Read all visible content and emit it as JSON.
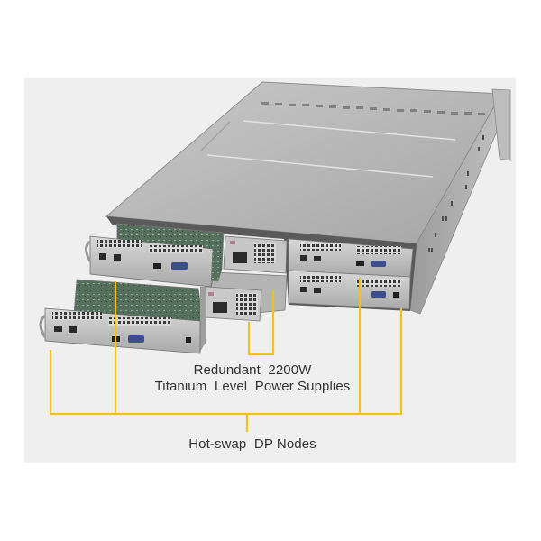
{
  "figure": {
    "subject": "2U four-node server chassis, rear view",
    "background_color": "#efefef",
    "callout_color": "#f2c21b",
    "text_color": "#333333"
  },
  "callouts": {
    "power_supplies": {
      "line1": "Redundant  2200W",
      "line2": "Titanium  Level  Power Supplies"
    },
    "nodes": {
      "label": "Hot-swap  DP Nodes"
    }
  }
}
